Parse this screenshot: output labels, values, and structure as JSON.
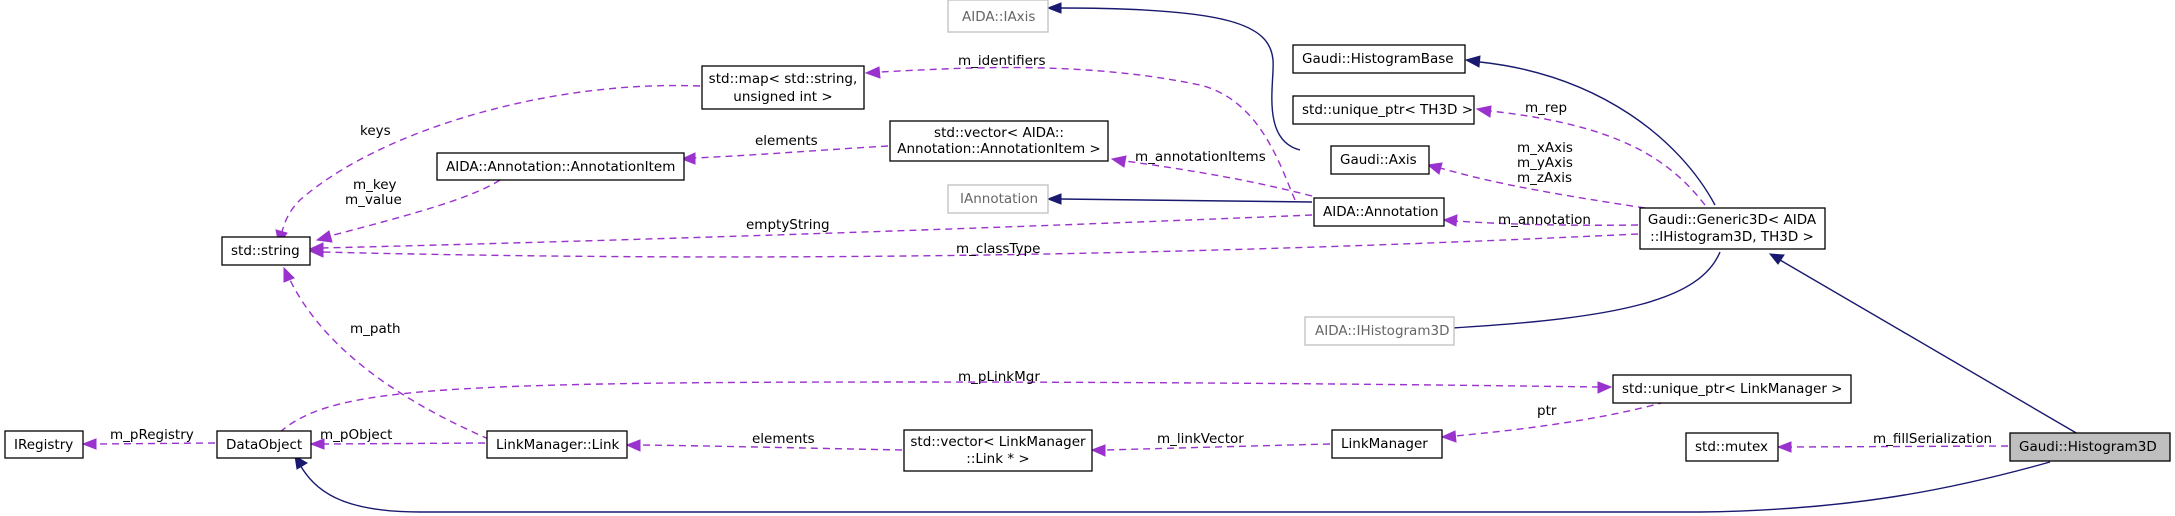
{
  "nodes": {
    "iaxis": "AIDA::IAxis",
    "histbase": "Gaudi::HistogramBase",
    "stdmap_1": "std::map< std::string,",
    "stdmap_2": "unsigned int >",
    "uptr_th3d": "std::unique_ptr< TH3D >",
    "vec_annot_1": "std::vector< AIDA::",
    "vec_annot_2": "Annotation::AnnotationItem >",
    "annot_item": "AIDA::Annotation::AnnotationItem",
    "gaudi_axis": "Gaudi::Axis",
    "iannotation": "IAnnotation",
    "aida_annotation": "AIDA::Annotation",
    "std_string": "std::string",
    "generic3d_1": "Gaudi::Generic3D< AIDA",
    "generic3d_2": "::IHistogram3D, TH3D >",
    "ihist3d": "AIDA::IHistogram3D",
    "uptr_linkmgr": "std::unique_ptr< LinkManager >",
    "iregistry": "IRegistry",
    "dataobject": "DataObject",
    "link": "LinkManager::Link",
    "vec_link_1": "std::vector< LinkManager",
    "vec_link_2": "::Link * >",
    "linkmanager": "LinkManager",
    "mutex": "std::mutex",
    "histogram3d": "Gaudi::Histogram3D"
  },
  "edge_labels": {
    "m_identifiers": "m_identifiers",
    "keys": "keys",
    "elements_annot": "elements",
    "m_key": "m_key",
    "m_value": "m_value",
    "m_annotationItems": "m_annotationItems",
    "emptyString": "emptyString",
    "m_classType": "m_classType",
    "m_rep": "m_rep",
    "m_xAxis": "m_xAxis",
    "m_yAxis": "m_yAxis",
    "m_zAxis": "m_zAxis",
    "m_annotation": "m_annotation",
    "m_path": "m_path",
    "m_pLinkMgr": "m_pLinkMgr",
    "ptr": "ptr",
    "m_pRegistry": "m_pRegistry",
    "m_pObject": "m_pObject",
    "elements_link": "elements",
    "m_linkVector": "m_linkVector",
    "m_fillSerialization": "m_fillSerialization"
  },
  "colors": {
    "inheritance": "#191970",
    "usage": "#9a32cd",
    "focus_fill": "#bfbfbf",
    "external_border": "#bfbfbf"
  }
}
